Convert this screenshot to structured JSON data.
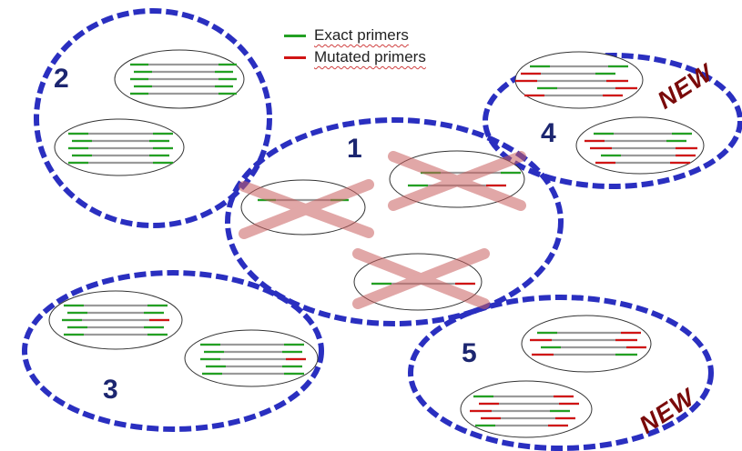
{
  "legend": {
    "exact_label": "Exact primers",
    "mutated_label": "Mutated primers",
    "exact_color": "#23a023",
    "mutated_color": "#d01414"
  },
  "colors": {
    "dash_blue": "#2a2fc0",
    "template_gray": "#9a9a9a",
    "cross_red": "#c96060",
    "number_navy": "#1c2670",
    "new_dark_red": "#7a0a0a"
  },
  "groups": [
    {
      "id": "group-2",
      "label": "2",
      "badge": ""
    },
    {
      "id": "group-1",
      "label": "1",
      "badge": ""
    },
    {
      "id": "group-3",
      "label": "3",
      "badge": ""
    },
    {
      "id": "group-4",
      "label": "4",
      "badge": "NEW"
    },
    {
      "id": "group-5",
      "label": "5",
      "badge": "NEW"
    }
  ]
}
